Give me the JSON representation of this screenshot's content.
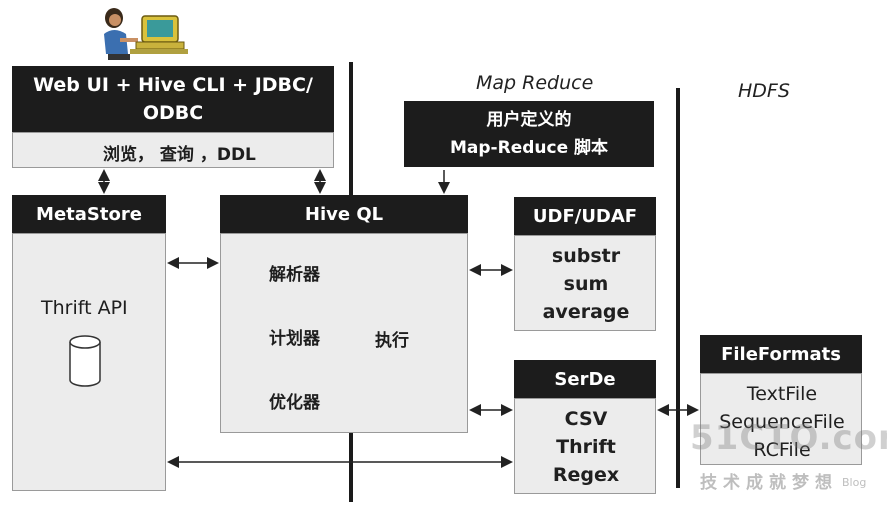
{
  "client": {
    "title_line1": "Web UI + Hive CLI + JDBC/",
    "title_line2": "ODBC",
    "subtitle": "浏览， 查询 ，DDL"
  },
  "section_labels": {
    "map_reduce": "Map Reduce",
    "hdfs": "HDFS"
  },
  "user_script": {
    "line1": "用户定义的",
    "line2": "Map-Reduce 脚本"
  },
  "metastore": {
    "title": "MetaStore",
    "api": "Thrift API"
  },
  "hiveql": {
    "title": "Hive QL",
    "parser": "解析器",
    "planner": "计划器",
    "optimizer": "优化器",
    "execute": "执行"
  },
  "udf": {
    "title": "UDF/UDAF",
    "items": [
      "substr",
      "sum",
      "average"
    ]
  },
  "serde": {
    "title": "SerDe",
    "items": [
      "CSV",
      "Thrift",
      "Regex"
    ]
  },
  "fileformats": {
    "title": "FileFormats",
    "items": [
      "TextFile",
      "SequenceFile",
      "RCFile"
    ]
  },
  "watermark": {
    "brand": "51CTO.com",
    "slogan": "技术成就梦想",
    "blog": "Blog"
  }
}
